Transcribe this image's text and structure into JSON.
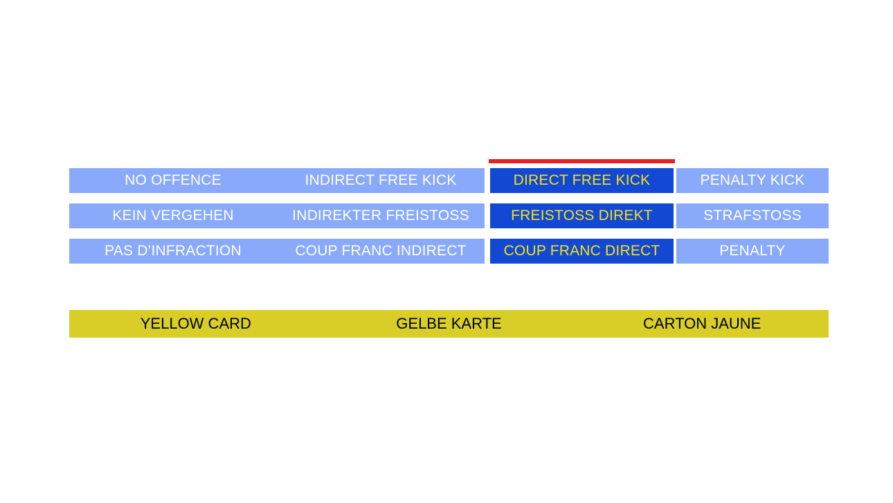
{
  "slide": {
    "background_color": "#FFFFFF",
    "colors": {
      "light_blue": "#89AAFB",
      "dark_blue": "#1348D4",
      "highlight_text": "#F2E318",
      "red_marker": "#EC1C24",
      "yellow_card": "#D8CE27",
      "white_text": "#FFFFFF",
      "black_text": "#000000"
    },
    "scale": {
      "rows": [
        {
          "language": "english",
          "no_offence": "NO OFFENCE",
          "indirect_free_kick": "INDIRECT FREE KICK",
          "direct_free_kick": "DIRECT FREE KICK",
          "penalty_kick": "PENALTY KICK"
        },
        {
          "language": "german",
          "no_offence": "KEIN VERGEHEN",
          "indirect_free_kick": "INDIREKTER FREISTOSS",
          "direct_free_kick": "FREISTOSS DIREKT",
          "penalty_kick": "STRAFSTOSS"
        },
        {
          "language": "french",
          "no_offence": "PAS D’INFRACTION",
          "indirect_free_kick": "COUP FRANC INDIRECT",
          "direct_free_kick": "COUP FRANC DIRECT",
          "penalty_kick": "PENALTY"
        }
      ]
    },
    "card_bar": {
      "labels": [
        "YELLOW CARD",
        "GELBE KARTE",
        "CARTON JAUNE"
      ]
    }
  }
}
